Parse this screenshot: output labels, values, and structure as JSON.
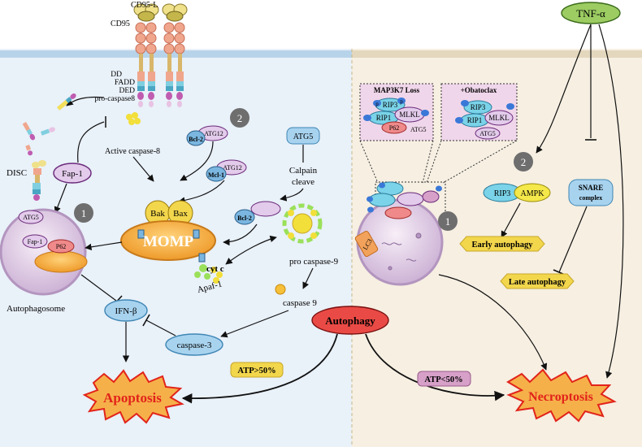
{
  "receptor": {
    "ligand": "CD95-L",
    "receptor": "CD95",
    "dd": "DD",
    "fadd": "FADD",
    "ded": "DED",
    "procasp8": "pro-caspase8"
  },
  "left": {
    "disc": "DISC",
    "fap1": "Fap-1",
    "atg5": "ATG5",
    "autophagosome_fap1": "Fap-1",
    "autophagosome_p62": "P62",
    "autophagosome": "Autophagosome",
    "active_caspase8": "Active caspase-8",
    "bcl2": "Bcl-2",
    "atg12_a": "ATG12",
    "atg12_b": "ATG12",
    "mcl1": "Mcl-1",
    "atg5_top": "ATG5",
    "calpain": [
      "Calpain",
      "cleave"
    ],
    "bcl2_b": "Bcl-2",
    "bak": "Bak",
    "bax": "Bax",
    "momp": "MOMP",
    "cytc": "cyt c",
    "apaf1": "Apaf-1",
    "procasp9": "pro caspase-9",
    "casp9": "caspase 9",
    "ifnb": "IFN-β",
    "casp3": "caspase-3",
    "atp_hi": "ATP>50%",
    "apoptosis": "Apoptosis",
    "num1": "1",
    "num2": "2"
  },
  "center": {
    "autophagy": "Autophagy",
    "atp_lo": "ATP<50%"
  },
  "right": {
    "inset1_title": "MAP3K7 Loss",
    "inset2_title": "+Obatoclax",
    "rip3": "RIP3",
    "rip1": "RIP1",
    "mlkl": "MLKL",
    "p62": "P62",
    "atg5": "ATG5",
    "p": "p",
    "lc3": "LC3",
    "num1": "1",
    "num2": "2",
    "tnfa": "TNF-α",
    "rip3_ampk_a": "RIP3",
    "rip3_ampk_b": "AMPK",
    "snare": [
      "SNARE",
      "complex"
    ],
    "early": "Early autophagy",
    "late": "Late autophagy",
    "necroptosis": "Necroptosis"
  },
  "colors": {
    "left_bg": "#e9f1f9",
    "right_bg": "#f6efe2",
    "membrane": "#b7d3ea",
    "cell_blue": "#a8d3ef",
    "cell_blue_stroke": "#3f86b4",
    "purple": "#e3cbeb",
    "red_burst": "#e2231a",
    "orange_burst": "#f6b04a",
    "yellow_tag": "#f2d64c",
    "green_tnf": "#9ccc62"
  }
}
